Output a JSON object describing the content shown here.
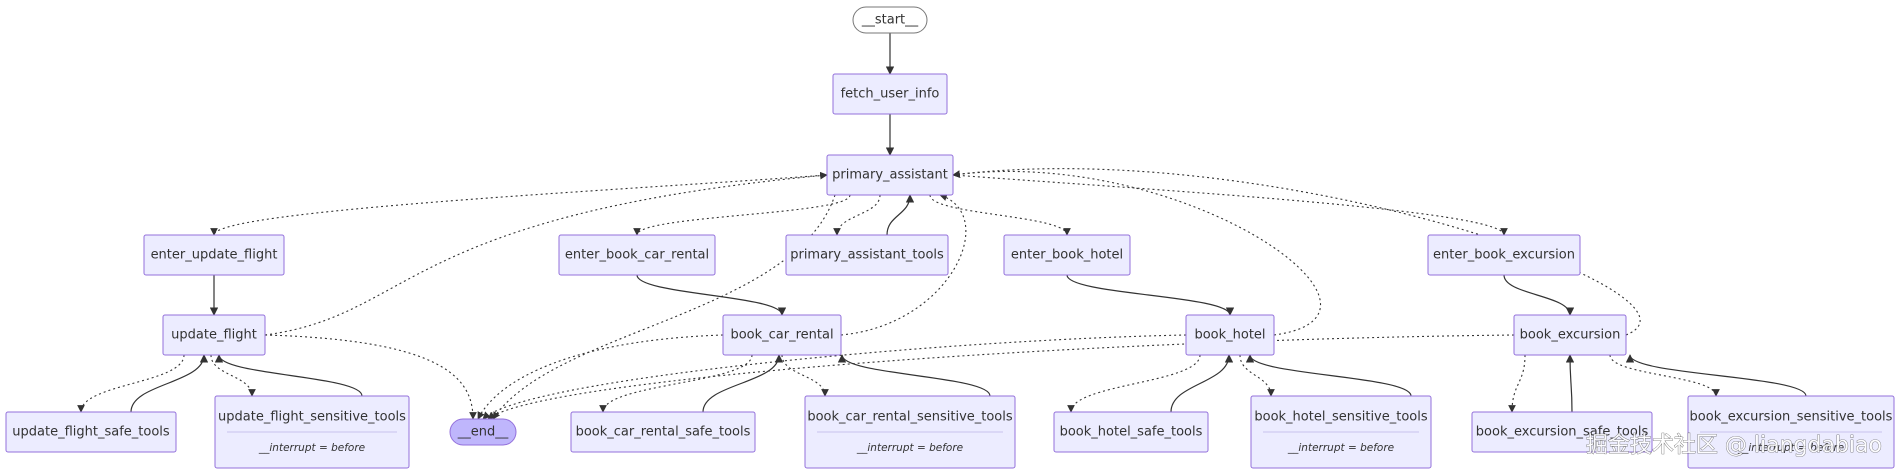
{
  "graph": {
    "nodes": [
      {
        "id": "start",
        "label": "__start__",
        "kind": "start"
      },
      {
        "id": "fetch_user_info",
        "label": "fetch_user_info",
        "kind": "node"
      },
      {
        "id": "primary_assistant",
        "label": "primary_assistant",
        "kind": "node"
      },
      {
        "id": "enter_update_flight",
        "label": "enter_update_flight",
        "kind": "node"
      },
      {
        "id": "enter_book_car_rental",
        "label": "enter_book_car_rental",
        "kind": "node"
      },
      {
        "id": "primary_assistant_tools",
        "label": "primary_assistant_tools",
        "kind": "node"
      },
      {
        "id": "enter_book_hotel",
        "label": "enter_book_hotel",
        "kind": "node"
      },
      {
        "id": "enter_book_excursion",
        "label": "enter_book_excursion",
        "kind": "node"
      },
      {
        "id": "update_flight",
        "label": "update_flight",
        "kind": "node"
      },
      {
        "id": "book_car_rental",
        "label": "book_car_rental",
        "kind": "node"
      },
      {
        "id": "book_hotel",
        "label": "book_hotel",
        "kind": "node"
      },
      {
        "id": "book_excursion",
        "label": "book_excursion",
        "kind": "node"
      },
      {
        "id": "update_flight_safe_tools",
        "label": "update_flight_safe_tools",
        "kind": "node"
      },
      {
        "id": "update_flight_sensitive_tools",
        "label": "update_flight_sensitive_tools",
        "kind": "interrupt",
        "note": "__interrupt = before"
      },
      {
        "id": "end",
        "label": "__end__",
        "kind": "end"
      },
      {
        "id": "book_car_rental_safe_tools",
        "label": "book_car_rental_safe_tools",
        "kind": "node"
      },
      {
        "id": "book_car_rental_sensitive_tools",
        "label": "book_car_rental_sensitive_tools",
        "kind": "interrupt",
        "note": "__interrupt = before"
      },
      {
        "id": "book_hotel_safe_tools",
        "label": "book_hotel_safe_tools",
        "kind": "node"
      },
      {
        "id": "book_hotel_sensitive_tools",
        "label": "book_hotel_sensitive_tools",
        "kind": "interrupt",
        "note": "__interrupt = before"
      },
      {
        "id": "book_excursion_safe_tools",
        "label": "book_excursion_safe_tools",
        "kind": "node"
      },
      {
        "id": "book_excursion_sensitive_tools",
        "label": "book_excursion_sensitive_tools",
        "kind": "interrupt",
        "note": "__interrupt = before"
      }
    ],
    "edges": [
      {
        "from": "start",
        "to": "fetch_user_info",
        "style": "solid"
      },
      {
        "from": "fetch_user_info",
        "to": "primary_assistant",
        "style": "solid"
      },
      {
        "from": "primary_assistant",
        "to": "enter_update_flight",
        "style": "dotted"
      },
      {
        "from": "primary_assistant",
        "to": "enter_book_car_rental",
        "style": "dotted"
      },
      {
        "from": "primary_assistant",
        "to": "primary_assistant_tools",
        "style": "dotted"
      },
      {
        "from": "primary_assistant_tools",
        "to": "primary_assistant",
        "style": "solid"
      },
      {
        "from": "primary_assistant",
        "to": "enter_book_hotel",
        "style": "dotted"
      },
      {
        "from": "primary_assistant",
        "to": "enter_book_excursion",
        "style": "dotted"
      },
      {
        "from": "primary_assistant",
        "to": "end",
        "style": "dotted"
      },
      {
        "from": "enter_update_flight",
        "to": "update_flight",
        "style": "solid"
      },
      {
        "from": "enter_book_car_rental",
        "to": "book_car_rental",
        "style": "solid"
      },
      {
        "from": "enter_book_hotel",
        "to": "book_hotel",
        "style": "solid"
      },
      {
        "from": "enter_book_excursion",
        "to": "book_excursion",
        "style": "solid"
      },
      {
        "from": "update_flight",
        "to": "primary_assistant",
        "style": "dotted"
      },
      {
        "from": "book_car_rental",
        "to": "primary_assistant",
        "style": "dotted"
      },
      {
        "from": "book_hotel",
        "to": "primary_assistant",
        "style": "dotted"
      },
      {
        "from": "book_excursion",
        "to": "primary_assistant",
        "style": "dotted"
      },
      {
        "from": "update_flight",
        "to": "update_flight_safe_tools",
        "style": "dotted"
      },
      {
        "from": "update_flight_safe_tools",
        "to": "update_flight",
        "style": "solid"
      },
      {
        "from": "update_flight",
        "to": "update_flight_sensitive_tools",
        "style": "dotted"
      },
      {
        "from": "update_flight_sensitive_tools",
        "to": "update_flight",
        "style": "solid"
      },
      {
        "from": "update_flight",
        "to": "end",
        "style": "dotted"
      },
      {
        "from": "book_car_rental",
        "to": "book_car_rental_safe_tools",
        "style": "dotted"
      },
      {
        "from": "book_car_rental_safe_tools",
        "to": "book_car_rental",
        "style": "solid"
      },
      {
        "from": "book_car_rental",
        "to": "book_car_rental_sensitive_tools",
        "style": "dotted"
      },
      {
        "from": "book_car_rental_sensitive_tools",
        "to": "book_car_rental",
        "style": "solid"
      },
      {
        "from": "book_car_rental",
        "to": "end",
        "style": "dotted"
      },
      {
        "from": "book_hotel",
        "to": "book_hotel_safe_tools",
        "style": "dotted"
      },
      {
        "from": "book_hotel_safe_tools",
        "to": "book_hotel",
        "style": "solid"
      },
      {
        "from": "book_hotel",
        "to": "book_hotel_sensitive_tools",
        "style": "dotted"
      },
      {
        "from": "book_hotel_sensitive_tools",
        "to": "book_hotel",
        "style": "solid"
      },
      {
        "from": "book_hotel",
        "to": "end",
        "style": "dotted"
      },
      {
        "from": "book_excursion",
        "to": "book_excursion_safe_tools",
        "style": "dotted"
      },
      {
        "from": "book_excursion_safe_tools",
        "to": "book_excursion",
        "style": "solid"
      },
      {
        "from": "book_excursion",
        "to": "book_excursion_sensitive_tools",
        "style": "dotted"
      },
      {
        "from": "book_excursion_sensitive_tools",
        "to": "book_excursion",
        "style": "solid"
      },
      {
        "from": "book_excursion",
        "to": "end",
        "style": "dotted"
      }
    ]
  },
  "watermark": "掘金技术社区 @ liangdabiao"
}
